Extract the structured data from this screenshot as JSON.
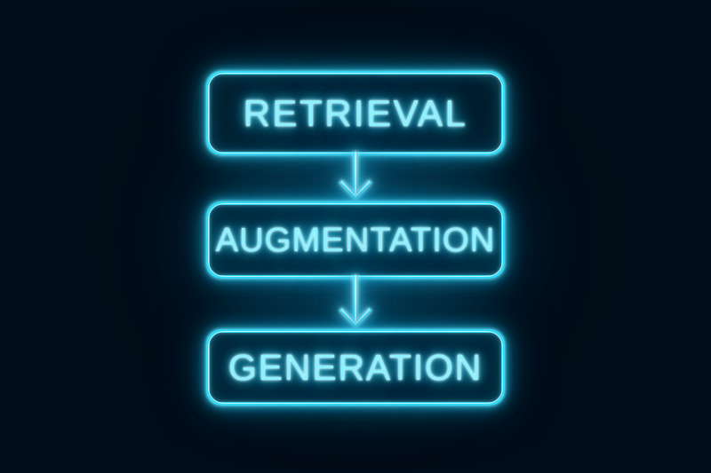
{
  "image": {
    "kind": "neon-flow-diagram",
    "title": "RAG pipeline neon diagram",
    "background_color": "#010d18",
    "neon_color": "#35dcf7",
    "neon_core_color": "#d6fbff",
    "glow_color": "#1a96be",
    "box_fill_color": "#062535"
  },
  "diagram": {
    "orientation": "vertical",
    "steps": [
      {
        "id": "retrieval",
        "label": "RETRIEVAL"
      },
      {
        "id": "augmentation",
        "label": "AUGMENTATION"
      },
      {
        "id": "generation",
        "label": "GENERATION"
      }
    ],
    "connectors": [
      {
        "id": "connector-1",
        "from": "retrieval",
        "to": "augmentation",
        "icon": "arrow-down-icon"
      },
      {
        "id": "connector-2",
        "from": "augmentation",
        "to": "generation",
        "icon": "arrow-down-icon"
      }
    ]
  }
}
